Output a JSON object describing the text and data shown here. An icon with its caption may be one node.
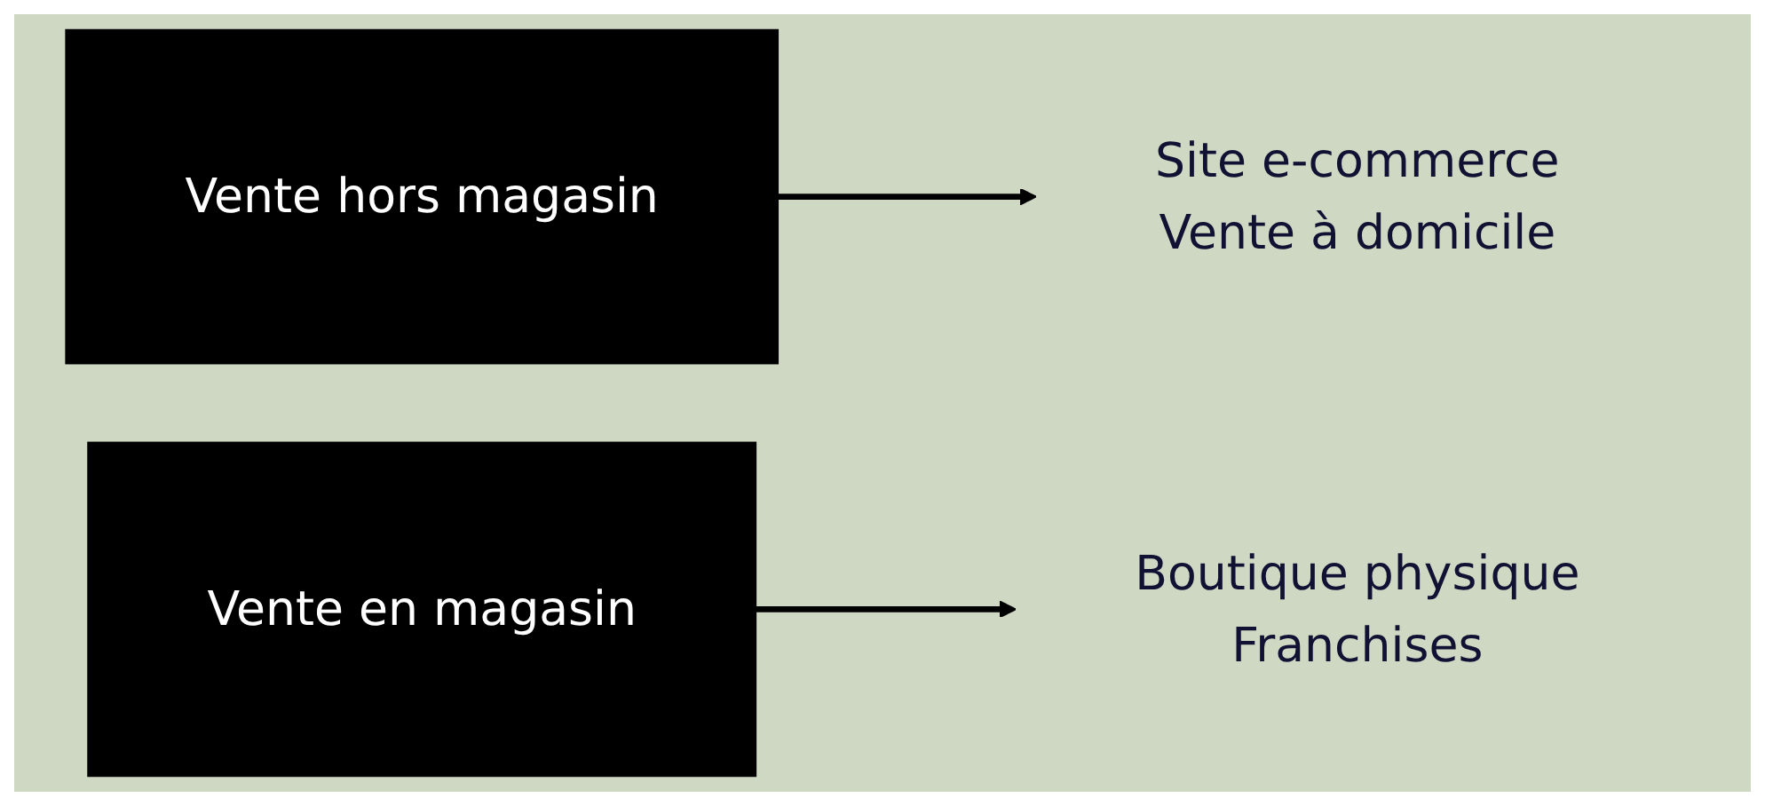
{
  "diagram": {
    "nodes": [
      {
        "text": [
          "Vente hors magasin"
        ]
      },
      {
        "text": [
          "Site e-commerce",
          "Vente à domicile"
        ]
      },
      {
        "text": [
          "Vente en magasin"
        ]
      },
      {
        "text": [
          "Boutique physique",
          "Franchises"
        ]
      }
    ],
    "edges": [
      {
        "from": 0,
        "to": 1,
        "arrow": "to"
      },
      {
        "from": 2,
        "to": 3,
        "arrow": "to"
      }
    ]
  }
}
